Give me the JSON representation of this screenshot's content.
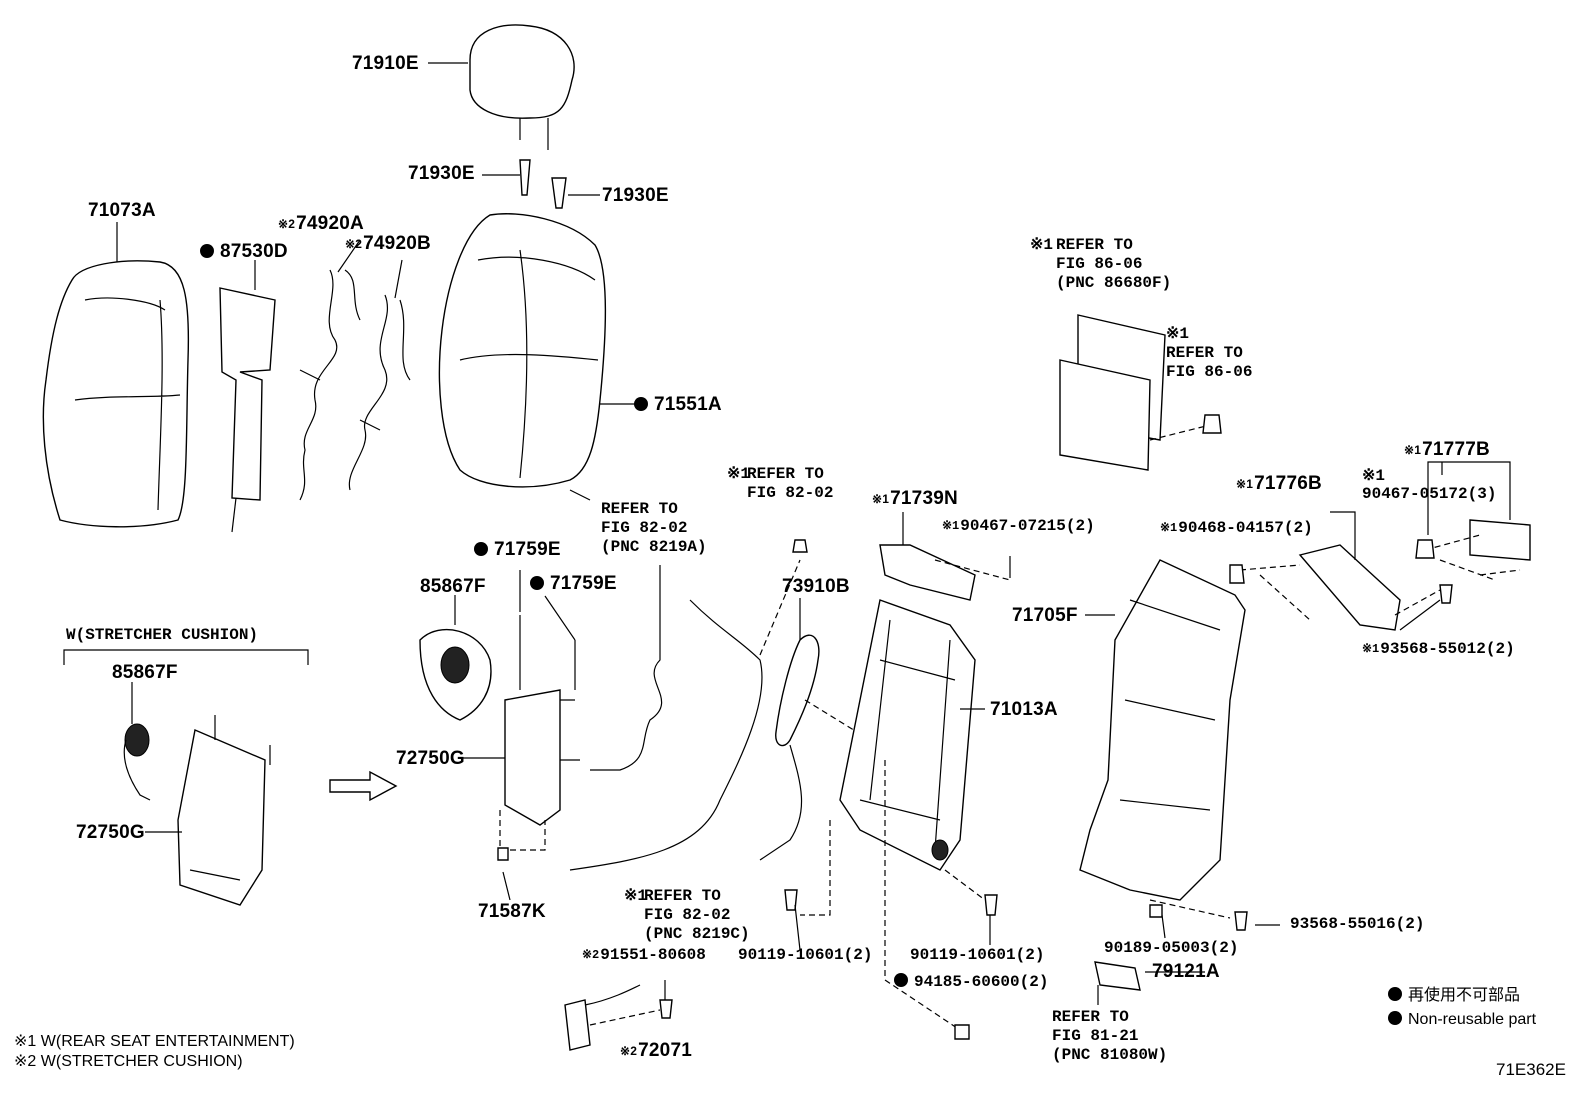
{
  "parts": {
    "p71910E": "71910E",
    "p71930E_a": "71930E",
    "p71930E_b": "71930E",
    "p71073A": "71073A",
    "p87530D": "87530D",
    "p74920A": "74920A",
    "p74920B": "74920B",
    "p71551A": "71551A",
    "p71759E_a": "71759E",
    "p71759E_b": "71759E",
    "p85867F_a": "85867F",
    "p85867F_b": "85867F",
    "p72750G_a": "72750G",
    "p72750G_b": "72750G",
    "p71587K": "71587K",
    "p73910B": "73910B",
    "p71739N": "71739N",
    "p90467_07215": "90467-07215(2)",
    "p71013A": "71013A",
    "p71705F": "71705F",
    "p71776B": "71776B",
    "p90468_04157": "90468-04157(2)",
    "p71777B": "71777B",
    "p90467_05172": "90467-05172(3)",
    "p93568_55012": "93568-55012(2)",
    "p93568_55016": "93568-55016(2)",
    "p90189_05003": "90189-05003(2)",
    "p79121A": "79121A",
    "p90119_a": "90119-10601(2)",
    "p90119_b": "90119-10601(2)",
    "p91551_80608": "91551-80608",
    "p94185_60600": "94185-60600(2)",
    "p72071": "72071"
  },
  "notes": {
    "n_ref_82_02_top": "REFER TO\nFIG 82-02\n(PNC 8219A)",
    "n_ref_82_02_mid": "REFER TO\nFIG 82-02",
    "n_ref_82_02_bot": "REFER TO\nFIG 82-02\n(PNC 8219C)",
    "n_ref_86_06_a": "REFER TO\nFIG 86-06\n(PNC 86680F)",
    "n_ref_86_06_b": "REFER TO\nFIG 86-06",
    "n_ref_81_21": "REFER TO\nFIG 81-21\n(PNC 81080W)",
    "n_stretcher": "W(STRETCHER CUSHION)"
  },
  "marks": {
    "m1": "※1",
    "m2": "※2",
    "mark_m1": "※1",
    "mark_m2": "※2"
  },
  "footnotes": {
    "f1": "W(REAR SEAT ENTERTAINMENT)",
    "f2": "W(STRETCHER CUSHION)"
  },
  "legend": {
    "jp": "再使用不可部品",
    "en": "Non-reusable part"
  },
  "diagram_id": "71E362E"
}
